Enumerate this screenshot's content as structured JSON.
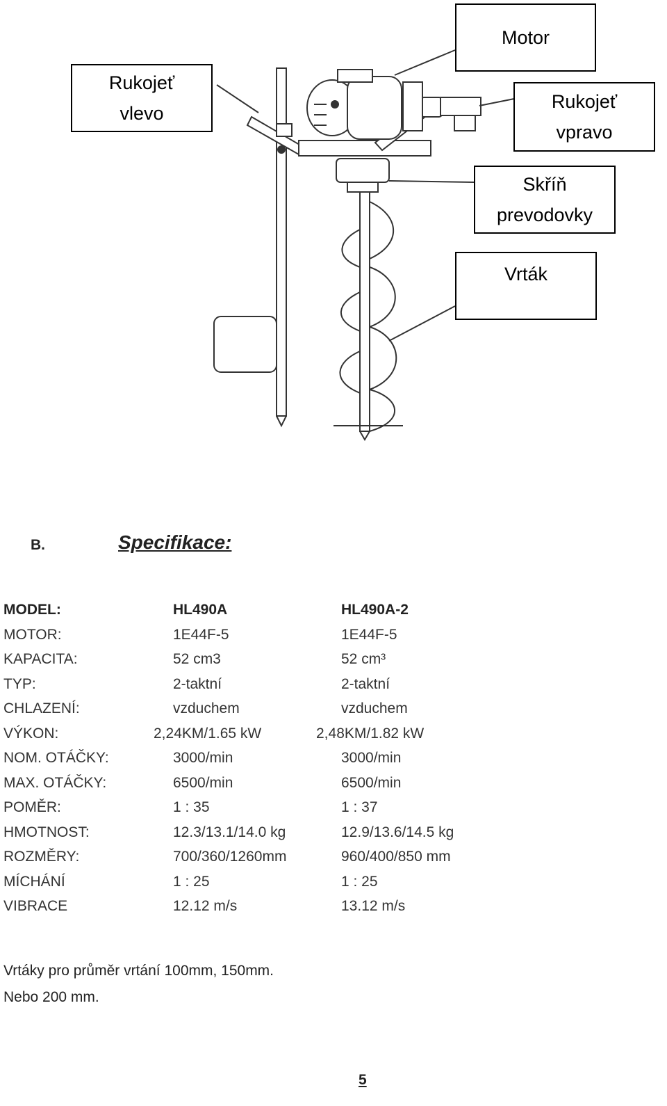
{
  "diagram": {
    "labels": {
      "motor": "Motor",
      "left_handle": [
        "Rukojeť",
        "vlevo"
      ],
      "right_handle": [
        "Rukojeť",
        "vpravo"
      ],
      "gearbox": [
        "Skříň",
        "prevodovky"
      ],
      "drill": "Vrták"
    }
  },
  "section": {
    "letter": "B.",
    "title": "Specifikace:"
  },
  "specs": {
    "header": [
      "MODEL:",
      "HL490A",
      "HL490A-2"
    ],
    "rows": [
      [
        "MOTOR:",
        "1E44F-5",
        "1E44F-5"
      ],
      [
        "KAPACITA:",
        "52 cm3",
        "52 cm³"
      ],
      [
        "TYP:",
        "2-taktní",
        "2-taktní"
      ],
      [
        "CHLAZENÍ:",
        "vzduchem",
        "vzduchem"
      ],
      [
        "VÝKON:",
        "2,24KM/1.65 kW",
        "2,48KM/1.82 kW"
      ],
      [
        "NOM. OTÁČKY:",
        "3000/min",
        "3000/min"
      ],
      [
        "MAX. OTÁČKY:",
        "6500/min",
        "6500/min"
      ],
      [
        "POMĚR:",
        "1 : 35",
        "1 : 37"
      ],
      [
        "HMOTNOST:",
        "12.3/13.1/14.0 kg",
        "12.9/13.6/14.5 kg"
      ],
      [
        "ROZMĚRY:",
        "700/360/1260mm",
        "960/400/850 mm"
      ],
      [
        "MÍCHÁNÍ",
        "1 : 25",
        "1 : 25"
      ],
      [
        "VIBRACE",
        "12.12 m/s",
        "13.12 m/s"
      ]
    ]
  },
  "notes": {
    "line1": "Vrtáky pro průměr vrtání 100mm, 150mm.",
    "line2": "Nebo 200 mm."
  },
  "page_number": "5"
}
